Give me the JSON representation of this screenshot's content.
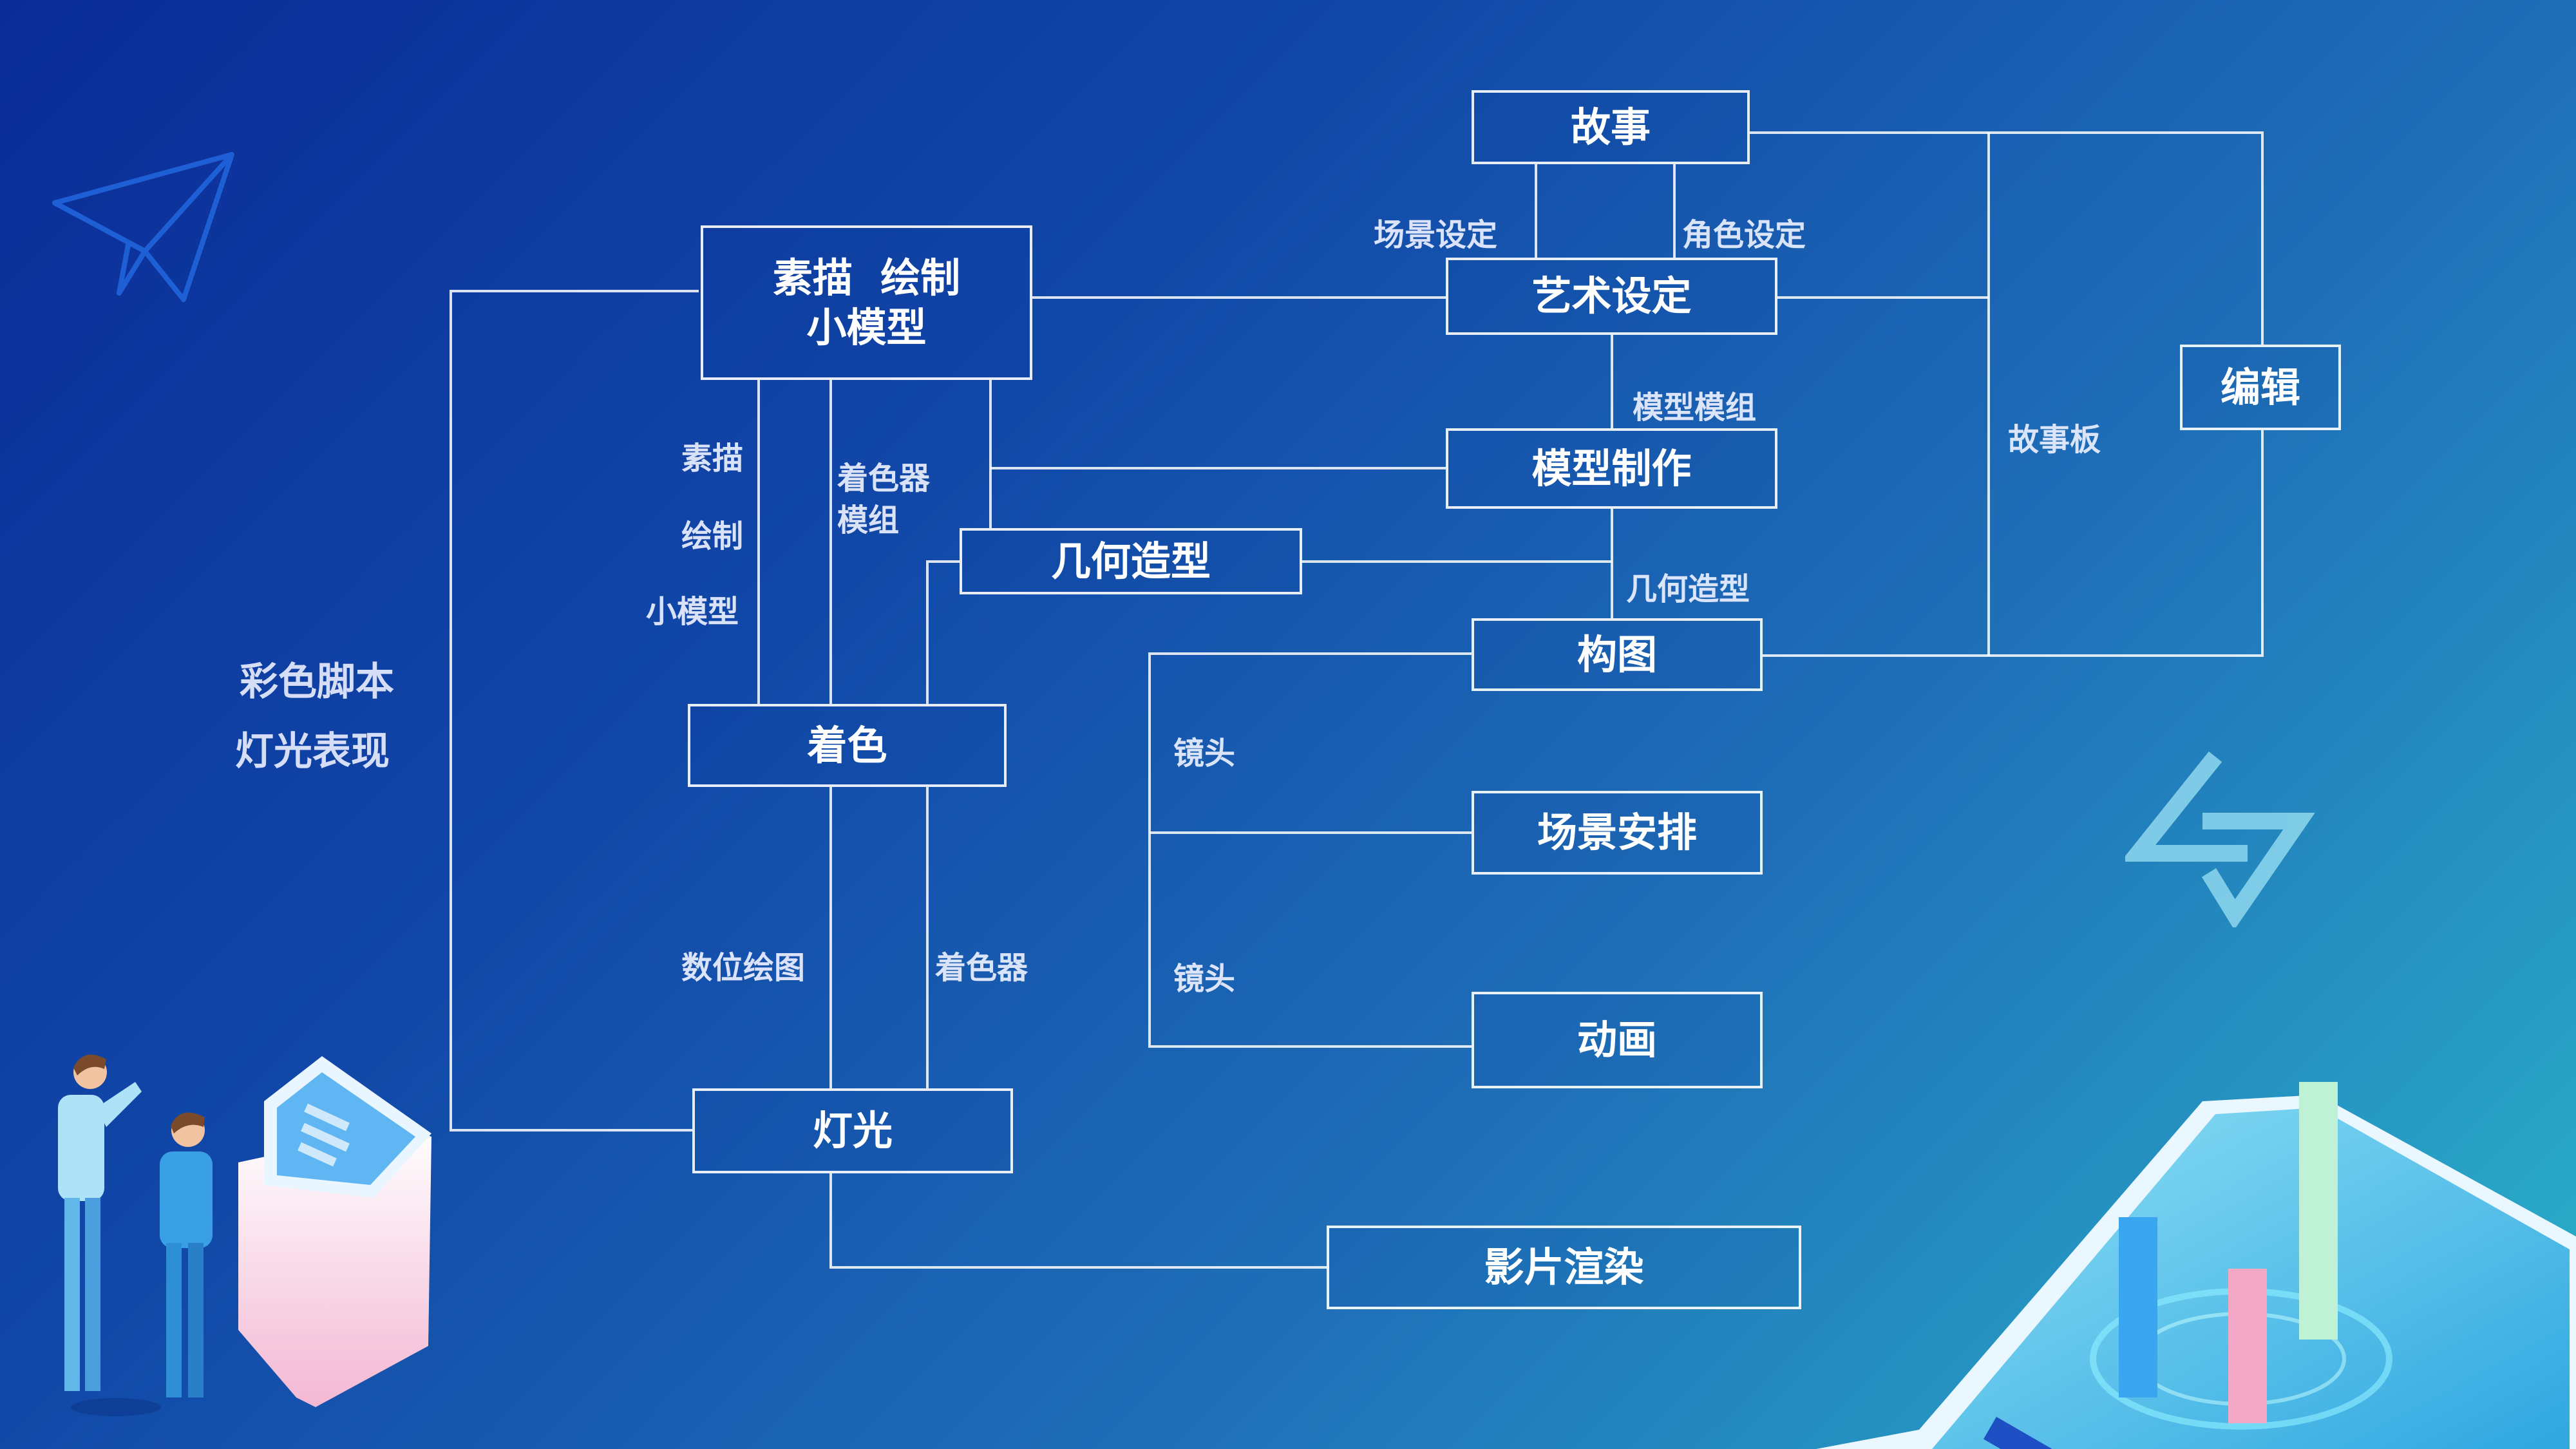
{
  "colors": {
    "bg_start": "#0a2c97",
    "bg_end": "#2bb3c9",
    "line": "#ffffff",
    "text": "#ffffff"
  },
  "nodes": {
    "story": "故事",
    "sketch_line1": "素描  绘制",
    "sketch_line2": "小模型",
    "art_setting": "艺术设定",
    "edit": "编辑",
    "modeling": "模型制作",
    "geometry": "几何造型",
    "composition": "构图",
    "coloring": "着色",
    "scene": "场景安排",
    "animation": "动画",
    "lighting": "灯光",
    "render": "影片渲染"
  },
  "edge_labels": {
    "scene_setting": "场景设定",
    "role_setting": "角色设定",
    "model_module": "模型模组",
    "storyboard": "故事板",
    "geometry": "几何造型",
    "sketch": "素描",
    "draw": "绘制",
    "small_model": "小模型",
    "shader_line1": "着色器",
    "shader_line2": "模组",
    "camera1": "镜头",
    "camera2": "镜头",
    "digital_paint": "数位绘图",
    "shader": "着色器"
  },
  "side_labels": {
    "color_script": "彩色脚本",
    "lighting_show": "灯光表现"
  },
  "icons": [
    "paper-plane-icon",
    "logo-triangle-icon",
    "people-kiosk-illustration",
    "phone-chart-illustration"
  ]
}
